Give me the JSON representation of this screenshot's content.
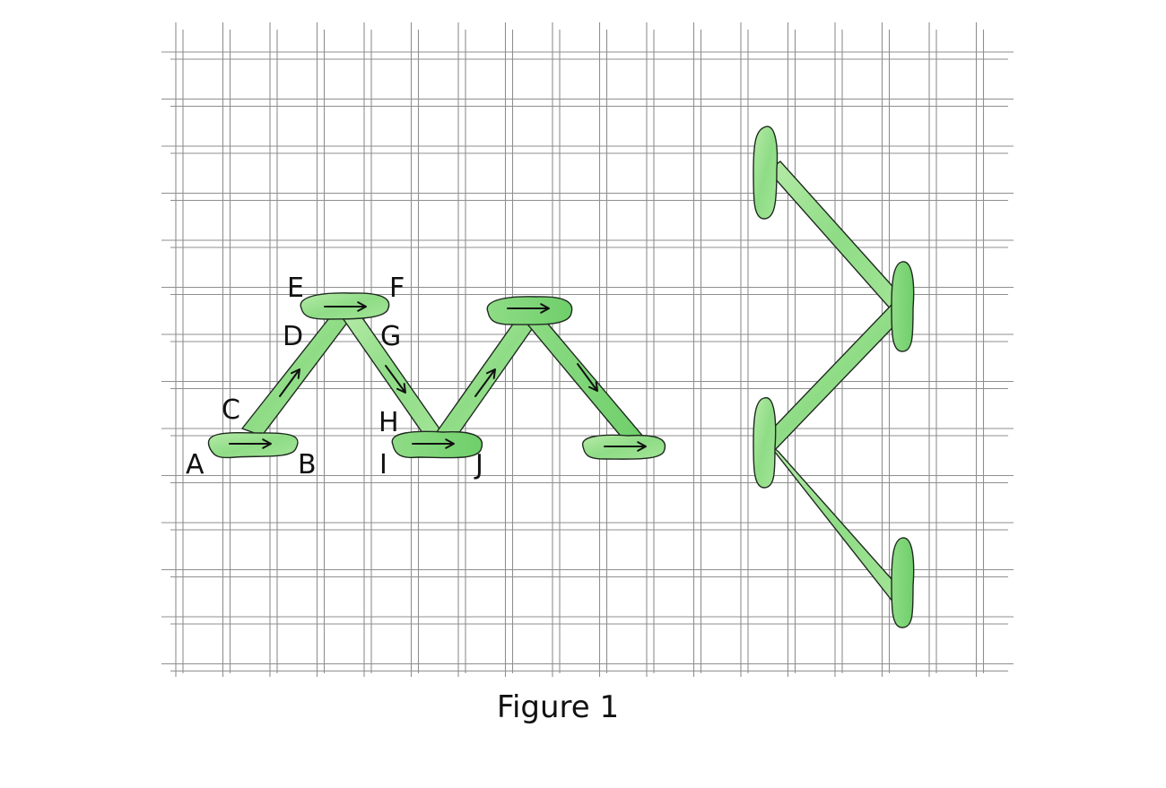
{
  "figure": {
    "caption": "Figure 1",
    "point_labels": {
      "a": "A",
      "b": "B",
      "c": "C",
      "d": "D",
      "e": "E",
      "f": "F",
      "g": "G",
      "h": "H",
      "i": "I",
      "j": "J"
    },
    "colors": {
      "canvas_thread": "#8f8f8f",
      "stitch_fill_light": "#aee8a0",
      "stitch_fill_mid": "#86d97e",
      "stitch_outline": "#1f2a20",
      "arrow": "#111111"
    }
  }
}
